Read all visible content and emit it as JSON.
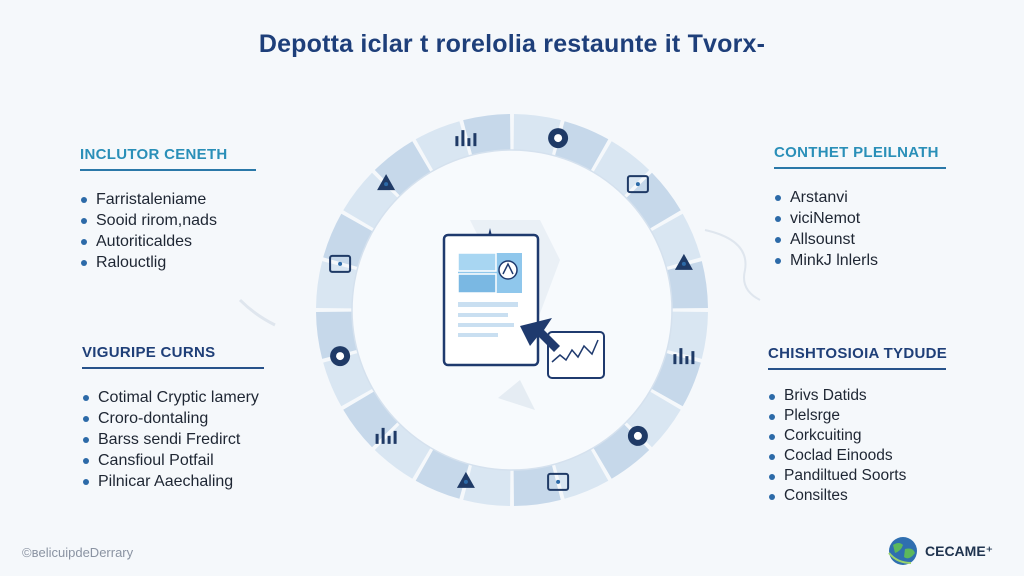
{
  "title": "Depotta iclar t rorelolia restaunte it Tvorx-",
  "panels": {
    "top_left": {
      "heading": "INCLUTOR CENETH",
      "items": [
        "Farristaleniame",
        "Sooid rirom,nads",
        "Autoriticaldes",
        "Ralouctlig"
      ]
    },
    "bottom_left": {
      "heading": "VIGURIPE CURNS",
      "items": [
        "Cotimal Cryptic lamery",
        "Croro-dontaling",
        "Barss sendi Fredirct",
        "Cansfioul Potfail",
        "Pilnicar Aaechaling"
      ]
    },
    "top_right": {
      "heading": "CONTHET PLEILNATH",
      "items": [
        "Arstanvi",
        "viciNemot",
        "Allsounst",
        "MinkJ lnlerls"
      ]
    },
    "bottom_right": {
      "heading": "CHISHTOSIOIA TYDUDE",
      "items": [
        "Brivs Datids",
        "Plelsrge",
        "Corkcuiting",
        "Coclad Einoods",
        "Pandiltued Soorts",
        "Consiltes"
      ]
    }
  },
  "ring_icons": [
    {
      "name": "document-stack-icon"
    },
    {
      "name": "chart-panel-icon"
    },
    {
      "name": "globe-person-icon"
    },
    {
      "name": "list-disc-icon"
    },
    {
      "name": "lightbulb-icon"
    },
    {
      "name": "bar-graph-icon"
    },
    {
      "name": "plant-growth-icon"
    },
    {
      "name": "pen-tool-icon"
    },
    {
      "name": "refresh-cycle-icon"
    },
    {
      "name": "image-frame-icon"
    },
    {
      "name": "network-tree-icon"
    },
    {
      "name": "drop-shield-icon"
    }
  ],
  "footer": {
    "left_text": "©ʙelicuipdeDerrary",
    "brand": "CECAME⁺"
  },
  "colors": {
    "ring_light": "#d9e6f2",
    "ring_dark": "#c6d8ea",
    "icon_fill": "#1f3a66",
    "accent_blue": "#2c6aa8",
    "document_screen": "#8fc7ec"
  }
}
